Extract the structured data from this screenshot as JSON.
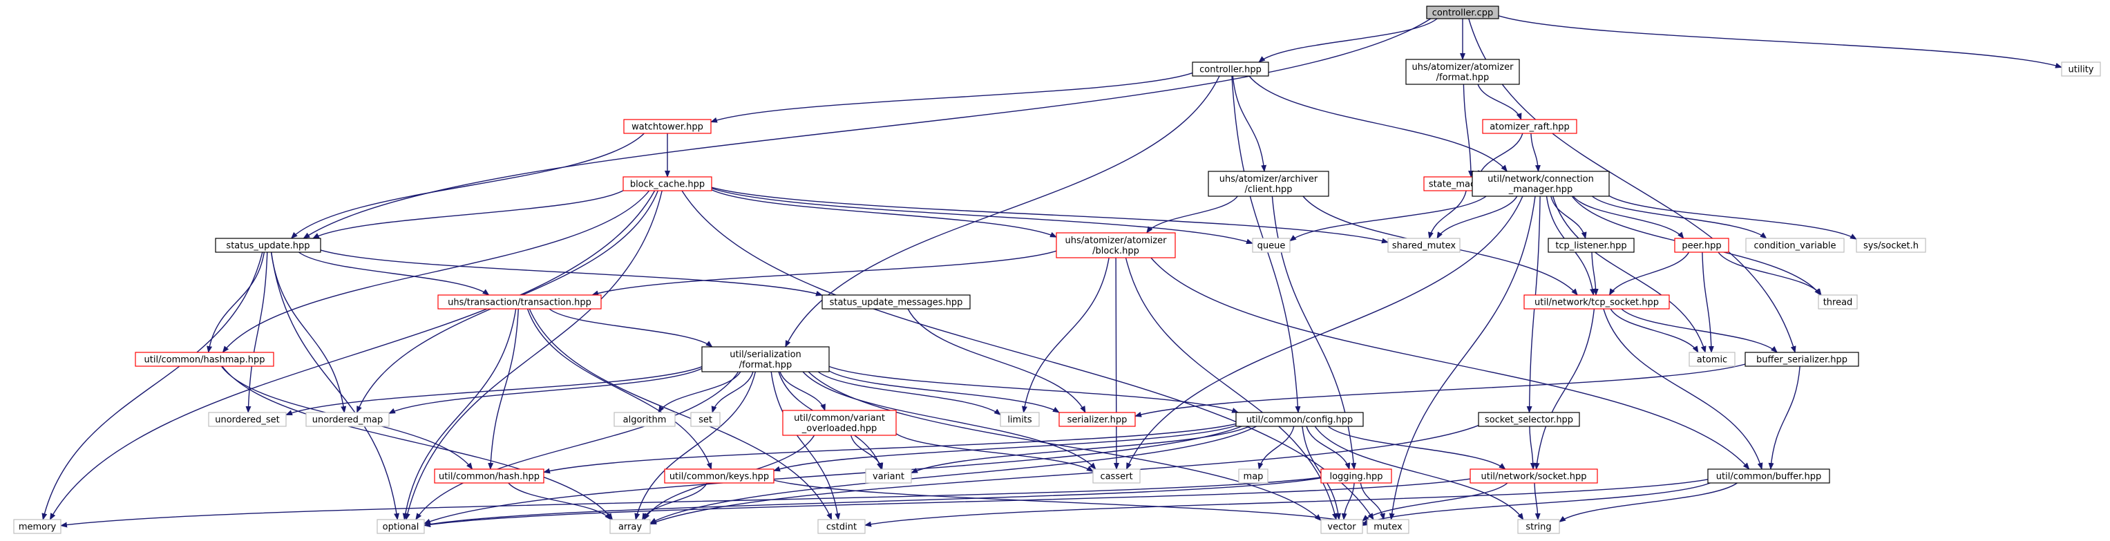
{
  "diagram": {
    "colors": {
      "edge": "#191970",
      "border_header": "#000000",
      "border_missing": "#ff0000",
      "border_system": "#bfbfbf",
      "fill_root": "#bfbfbf",
      "fill_default": "#ffffff"
    },
    "nodes": [
      {
        "id": "controller_cpp",
        "kind": "root",
        "lines": [
          "controller.cpp"
        ]
      },
      {
        "id": "controller_hpp",
        "kind": "header",
        "lines": [
          "controller.hpp"
        ]
      },
      {
        "id": "atomizer_format",
        "kind": "header",
        "lines": [
          "uhs/atomizer/atomizer",
          "/format.hpp"
        ]
      },
      {
        "id": "utility",
        "kind": "system",
        "lines": [
          "utility"
        ]
      },
      {
        "id": "watchtower",
        "kind": "missing",
        "lines": [
          "watchtower.hpp"
        ]
      },
      {
        "id": "atomizer_raft",
        "kind": "missing",
        "lines": [
          "atomizer_raft.hpp"
        ]
      },
      {
        "id": "block_cache",
        "kind": "missing",
        "lines": [
          "block_cache.hpp"
        ]
      },
      {
        "id": "archiver_client",
        "kind": "header",
        "lines": [
          "uhs/atomizer/archiver",
          "/client.hpp"
        ]
      },
      {
        "id": "state_machine",
        "kind": "missing",
        "lines": [
          "state_machine.hpp"
        ]
      },
      {
        "id": "connection_manager",
        "kind": "header",
        "lines": [
          "util/network/connection",
          "_manager.hpp"
        ]
      },
      {
        "id": "status_update",
        "kind": "header",
        "lines": [
          "status_update.hpp"
        ]
      },
      {
        "id": "atomizer_block",
        "kind": "missing",
        "lines": [
          "uhs/atomizer/atomizer",
          "/block.hpp"
        ]
      },
      {
        "id": "queue",
        "kind": "system",
        "lines": [
          "queue"
        ]
      },
      {
        "id": "shared_mutex",
        "kind": "system",
        "lines": [
          "shared_mutex"
        ]
      },
      {
        "id": "tcp_listener",
        "kind": "header",
        "lines": [
          "tcp_listener.hpp"
        ]
      },
      {
        "id": "peer",
        "kind": "missing",
        "lines": [
          "peer.hpp"
        ]
      },
      {
        "id": "condition_variable",
        "kind": "system",
        "lines": [
          "condition_variable"
        ]
      },
      {
        "id": "sys_socket",
        "kind": "system",
        "lines": [
          "sys/socket.h"
        ]
      },
      {
        "id": "transaction",
        "kind": "missing",
        "lines": [
          "uhs/transaction/transaction.hpp"
        ]
      },
      {
        "id": "status_update_messages",
        "kind": "header",
        "lines": [
          "status_update_messages.hpp"
        ]
      },
      {
        "id": "tcp_socket",
        "kind": "missing",
        "lines": [
          "util/network/tcp_socket.hpp"
        ]
      },
      {
        "id": "thread",
        "kind": "system",
        "lines": [
          "thread"
        ]
      },
      {
        "id": "hashmap",
        "kind": "missing",
        "lines": [
          "util/common/hashmap.hpp"
        ]
      },
      {
        "id": "serialization_format",
        "kind": "header",
        "lines": [
          "util/serialization",
          "/format.hpp"
        ]
      },
      {
        "id": "atomic",
        "kind": "system",
        "lines": [
          "atomic"
        ]
      },
      {
        "id": "buffer_serializer",
        "kind": "header",
        "lines": [
          "buffer_serializer.hpp"
        ]
      },
      {
        "id": "unordered_set",
        "kind": "system",
        "lines": [
          "unordered_set"
        ]
      },
      {
        "id": "unordered_map",
        "kind": "system",
        "lines": [
          "unordered_map"
        ]
      },
      {
        "id": "algorithm",
        "kind": "system",
        "lines": [
          "algorithm"
        ]
      },
      {
        "id": "set",
        "kind": "system",
        "lines": [
          "set"
        ]
      },
      {
        "id": "variant_overloaded",
        "kind": "missing",
        "lines": [
          "util/common/variant",
          "_overloaded.hpp"
        ]
      },
      {
        "id": "limits",
        "kind": "system",
        "lines": [
          "limits"
        ]
      },
      {
        "id": "serializer",
        "kind": "missing",
        "lines": [
          "serializer.hpp"
        ]
      },
      {
        "id": "config",
        "kind": "header",
        "lines": [
          "util/common/config.hpp"
        ]
      },
      {
        "id": "socket_selector",
        "kind": "header",
        "lines": [
          "socket_selector.hpp"
        ]
      },
      {
        "id": "hash",
        "kind": "missing",
        "lines": [
          "util/common/hash.hpp"
        ]
      },
      {
        "id": "keys",
        "kind": "missing",
        "lines": [
          "util/common/keys.hpp"
        ]
      },
      {
        "id": "variant",
        "kind": "system",
        "lines": [
          "variant"
        ]
      },
      {
        "id": "cassert",
        "kind": "system",
        "lines": [
          "cassert"
        ]
      },
      {
        "id": "map",
        "kind": "system",
        "lines": [
          "map"
        ]
      },
      {
        "id": "logging",
        "kind": "missing",
        "lines": [
          "logging.hpp"
        ]
      },
      {
        "id": "network_socket",
        "kind": "missing",
        "lines": [
          "util/network/socket.hpp"
        ]
      },
      {
        "id": "buffer",
        "kind": "header",
        "lines": [
          "util/common/buffer.hpp"
        ]
      },
      {
        "id": "memory",
        "kind": "system",
        "lines": [
          "memory"
        ]
      },
      {
        "id": "optional",
        "kind": "system",
        "lines": [
          "optional"
        ]
      },
      {
        "id": "array",
        "kind": "system",
        "lines": [
          "array"
        ]
      },
      {
        "id": "cstdint",
        "kind": "system",
        "lines": [
          "cstdint"
        ]
      },
      {
        "id": "vector",
        "kind": "system",
        "lines": [
          "vector"
        ]
      },
      {
        "id": "mutex",
        "kind": "system",
        "lines": [
          "mutex"
        ]
      },
      {
        "id": "string",
        "kind": "system",
        "lines": [
          "string"
        ]
      }
    ],
    "edges": [
      [
        "controller_cpp",
        "controller_hpp"
      ],
      [
        "controller_cpp",
        "atomizer_format"
      ],
      [
        "controller_cpp",
        "utility"
      ],
      [
        "controller_cpp",
        "status_update"
      ],
      [
        "controller_cpp",
        "buffer_serializer"
      ],
      [
        "controller_hpp",
        "watchtower"
      ],
      [
        "controller_hpp",
        "archiver_client"
      ],
      [
        "controller_hpp",
        "connection_manager"
      ],
      [
        "controller_hpp",
        "serialization_format"
      ],
      [
        "controller_hpp",
        "config"
      ],
      [
        "atomizer_format",
        "atomizer_raft"
      ],
      [
        "atomizer_format",
        "state_machine"
      ],
      [
        "atomizer_raft",
        "state_machine"
      ],
      [
        "atomizer_raft",
        "connection_manager"
      ],
      [
        "watchtower",
        "block_cache"
      ],
      [
        "watchtower",
        "status_update"
      ],
      [
        "block_cache",
        "status_update"
      ],
      [
        "block_cache",
        "atomizer_block"
      ],
      [
        "block_cache",
        "queue"
      ],
      [
        "block_cache",
        "shared_mutex"
      ],
      [
        "block_cache",
        "hashmap"
      ],
      [
        "block_cache",
        "unordered_map"
      ],
      [
        "block_cache",
        "memory"
      ],
      [
        "block_cache",
        "optional"
      ],
      [
        "block_cache",
        "mutex"
      ],
      [
        "archiver_client",
        "atomizer_block"
      ],
      [
        "archiver_client",
        "tcp_socket"
      ],
      [
        "archiver_client",
        "logging"
      ],
      [
        "state_machine",
        "shared_mutex"
      ],
      [
        "connection_manager",
        "queue"
      ],
      [
        "connection_manager",
        "shared_mutex"
      ],
      [
        "connection_manager",
        "tcp_listener"
      ],
      [
        "connection_manager",
        "peer"
      ],
      [
        "connection_manager",
        "condition_variable"
      ],
      [
        "connection_manager",
        "sys_socket"
      ],
      [
        "connection_manager",
        "tcp_socket"
      ],
      [
        "connection_manager",
        "thread"
      ],
      [
        "connection_manager",
        "atomic"
      ],
      [
        "connection_manager",
        "socket_selector"
      ],
      [
        "connection_manager",
        "cassert"
      ],
      [
        "connection_manager",
        "mutex"
      ],
      [
        "status_update",
        "transaction"
      ],
      [
        "status_update",
        "status_update_messages"
      ],
      [
        "status_update",
        "hashmap"
      ],
      [
        "status_update",
        "unordered_set"
      ],
      [
        "status_update",
        "unordered_map"
      ],
      [
        "status_update",
        "memory"
      ],
      [
        "status_update",
        "optional"
      ],
      [
        "atomizer_block",
        "transaction"
      ],
      [
        "atomizer_block",
        "limits"
      ],
      [
        "atomizer_block",
        "cassert"
      ],
      [
        "atomizer_block",
        "vector"
      ],
      [
        "atomizer_block",
        "buffer"
      ],
      [
        "transaction",
        "serialization_format"
      ],
      [
        "transaction",
        "hash"
      ],
      [
        "transaction",
        "keys"
      ],
      [
        "transaction",
        "optional"
      ],
      [
        "transaction",
        "cstdint"
      ],
      [
        "status_update_messages",
        "serializer"
      ],
      [
        "tcp_listener",
        "tcp_socket"
      ],
      [
        "peer",
        "tcp_socket"
      ],
      [
        "peer",
        "thread"
      ],
      [
        "peer",
        "atomic"
      ],
      [
        "tcp_socket",
        "atomic"
      ],
      [
        "tcp_socket",
        "buffer_serializer"
      ],
      [
        "tcp_socket",
        "buffer"
      ],
      [
        "tcp_socket",
        "network_socket"
      ],
      [
        "hashmap",
        "hash"
      ],
      [
        "hashmap",
        "array"
      ],
      [
        "serialization_format",
        "unordered_set"
      ],
      [
        "serialization_format",
        "unordered_map"
      ],
      [
        "serialization_format",
        "algorithm"
      ],
      [
        "serialization_format",
        "set"
      ],
      [
        "serialization_format",
        "variant_overloaded"
      ],
      [
        "serialization_format",
        "limits"
      ],
      [
        "serialization_format",
        "serializer"
      ],
      [
        "serialization_format",
        "config"
      ],
      [
        "serialization_format",
        "variant"
      ],
      [
        "serialization_format",
        "cassert"
      ],
      [
        "serialization_format",
        "optional"
      ],
      [
        "serialization_format",
        "array"
      ],
      [
        "serialization_format",
        "cstdint"
      ],
      [
        "serialization_format",
        "vector"
      ],
      [
        "buffer_serializer",
        "serializer"
      ],
      [
        "buffer_serializer",
        "buffer"
      ],
      [
        "variant_overloaded",
        "variant"
      ],
      [
        "variant_overloaded",
        "cassert"
      ],
      [
        "variant_overloaded",
        "array"
      ],
      [
        "config",
        "hash"
      ],
      [
        "config",
        "keys"
      ],
      [
        "config",
        "variant"
      ],
      [
        "config",
        "map"
      ],
      [
        "config",
        "logging"
      ],
      [
        "config",
        "network_socket"
      ],
      [
        "config",
        "vector"
      ],
      [
        "config",
        "string"
      ],
      [
        "config",
        "optional"
      ],
      [
        "config",
        "array"
      ],
      [
        "socket_selector",
        "network_socket"
      ],
      [
        "socket_selector",
        "array"
      ],
      [
        "hash",
        "array"
      ],
      [
        "keys",
        "array"
      ],
      [
        "keys",
        "mutex"
      ],
      [
        "logging",
        "mutex"
      ],
      [
        "logging",
        "vector"
      ],
      [
        "logging",
        "optional"
      ],
      [
        "logging",
        "memory"
      ],
      [
        "network_socket",
        "string"
      ],
      [
        "network_socket",
        "vector"
      ],
      [
        "network_socket",
        "optional"
      ],
      [
        "buffer",
        "cstdint"
      ],
      [
        "buffer",
        "vector"
      ],
      [
        "buffer",
        "string"
      ]
    ]
  }
}
